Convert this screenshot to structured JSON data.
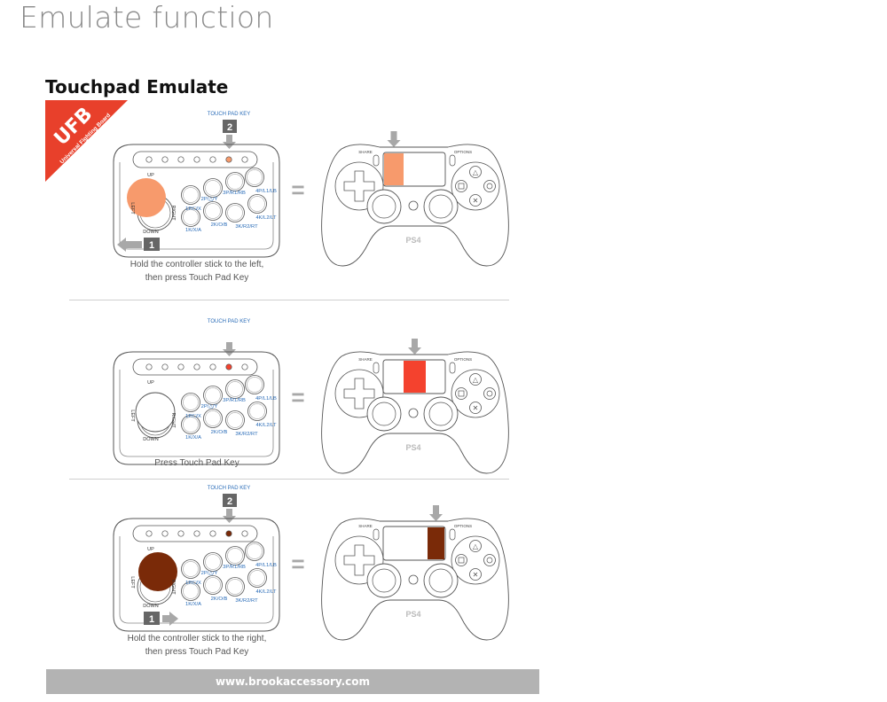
{
  "page_title": "Emulate function",
  "section_title": "Touchpad Emulate",
  "badge": {
    "main": "UFB",
    "sub": "Universal Fighting Board",
    "color": "#e8402b"
  },
  "fightstick_labels": {
    "touch_pad_key": "TOUCH PAD KEY",
    "up": "UP",
    "down": "DOWN",
    "left": "LEFT",
    "right": "RIGHT",
    "buttons": [
      "1P/□/X",
      "2P/△/Y",
      "3P/R1/RB",
      "4P/L1/LB",
      "1K/X/A",
      "2K/O/B",
      "3K/R2/RT",
      "4K/L2/LT"
    ]
  },
  "controller_labels": {
    "share": "SHARE",
    "options": "OPTIONS",
    "model": "PS4"
  },
  "equals": "=",
  "panels": [
    {
      "step_touch": "2",
      "step_stick": "1",
      "stick_direction": "left",
      "highlight_color": "#f79a6c",
      "touchpad_region": "left",
      "caption": [
        "Hold the controller stick to the left,",
        "then press Touch Pad Key"
      ]
    },
    {
      "step_touch": "",
      "step_stick": "",
      "stick_direction": "none",
      "highlight_color": "#f4422e",
      "touchpad_region": "center",
      "caption": [
        "Press Touch Pad Key"
      ]
    },
    {
      "step_touch": "2",
      "step_stick": "1",
      "stick_direction": "right",
      "highlight_color": "#7a2a08",
      "touchpad_region": "right",
      "caption": [
        "Hold the controller stick to the right,",
        "then press Touch Pad Key"
      ]
    }
  ],
  "footer": "www.brookaccessory.com"
}
